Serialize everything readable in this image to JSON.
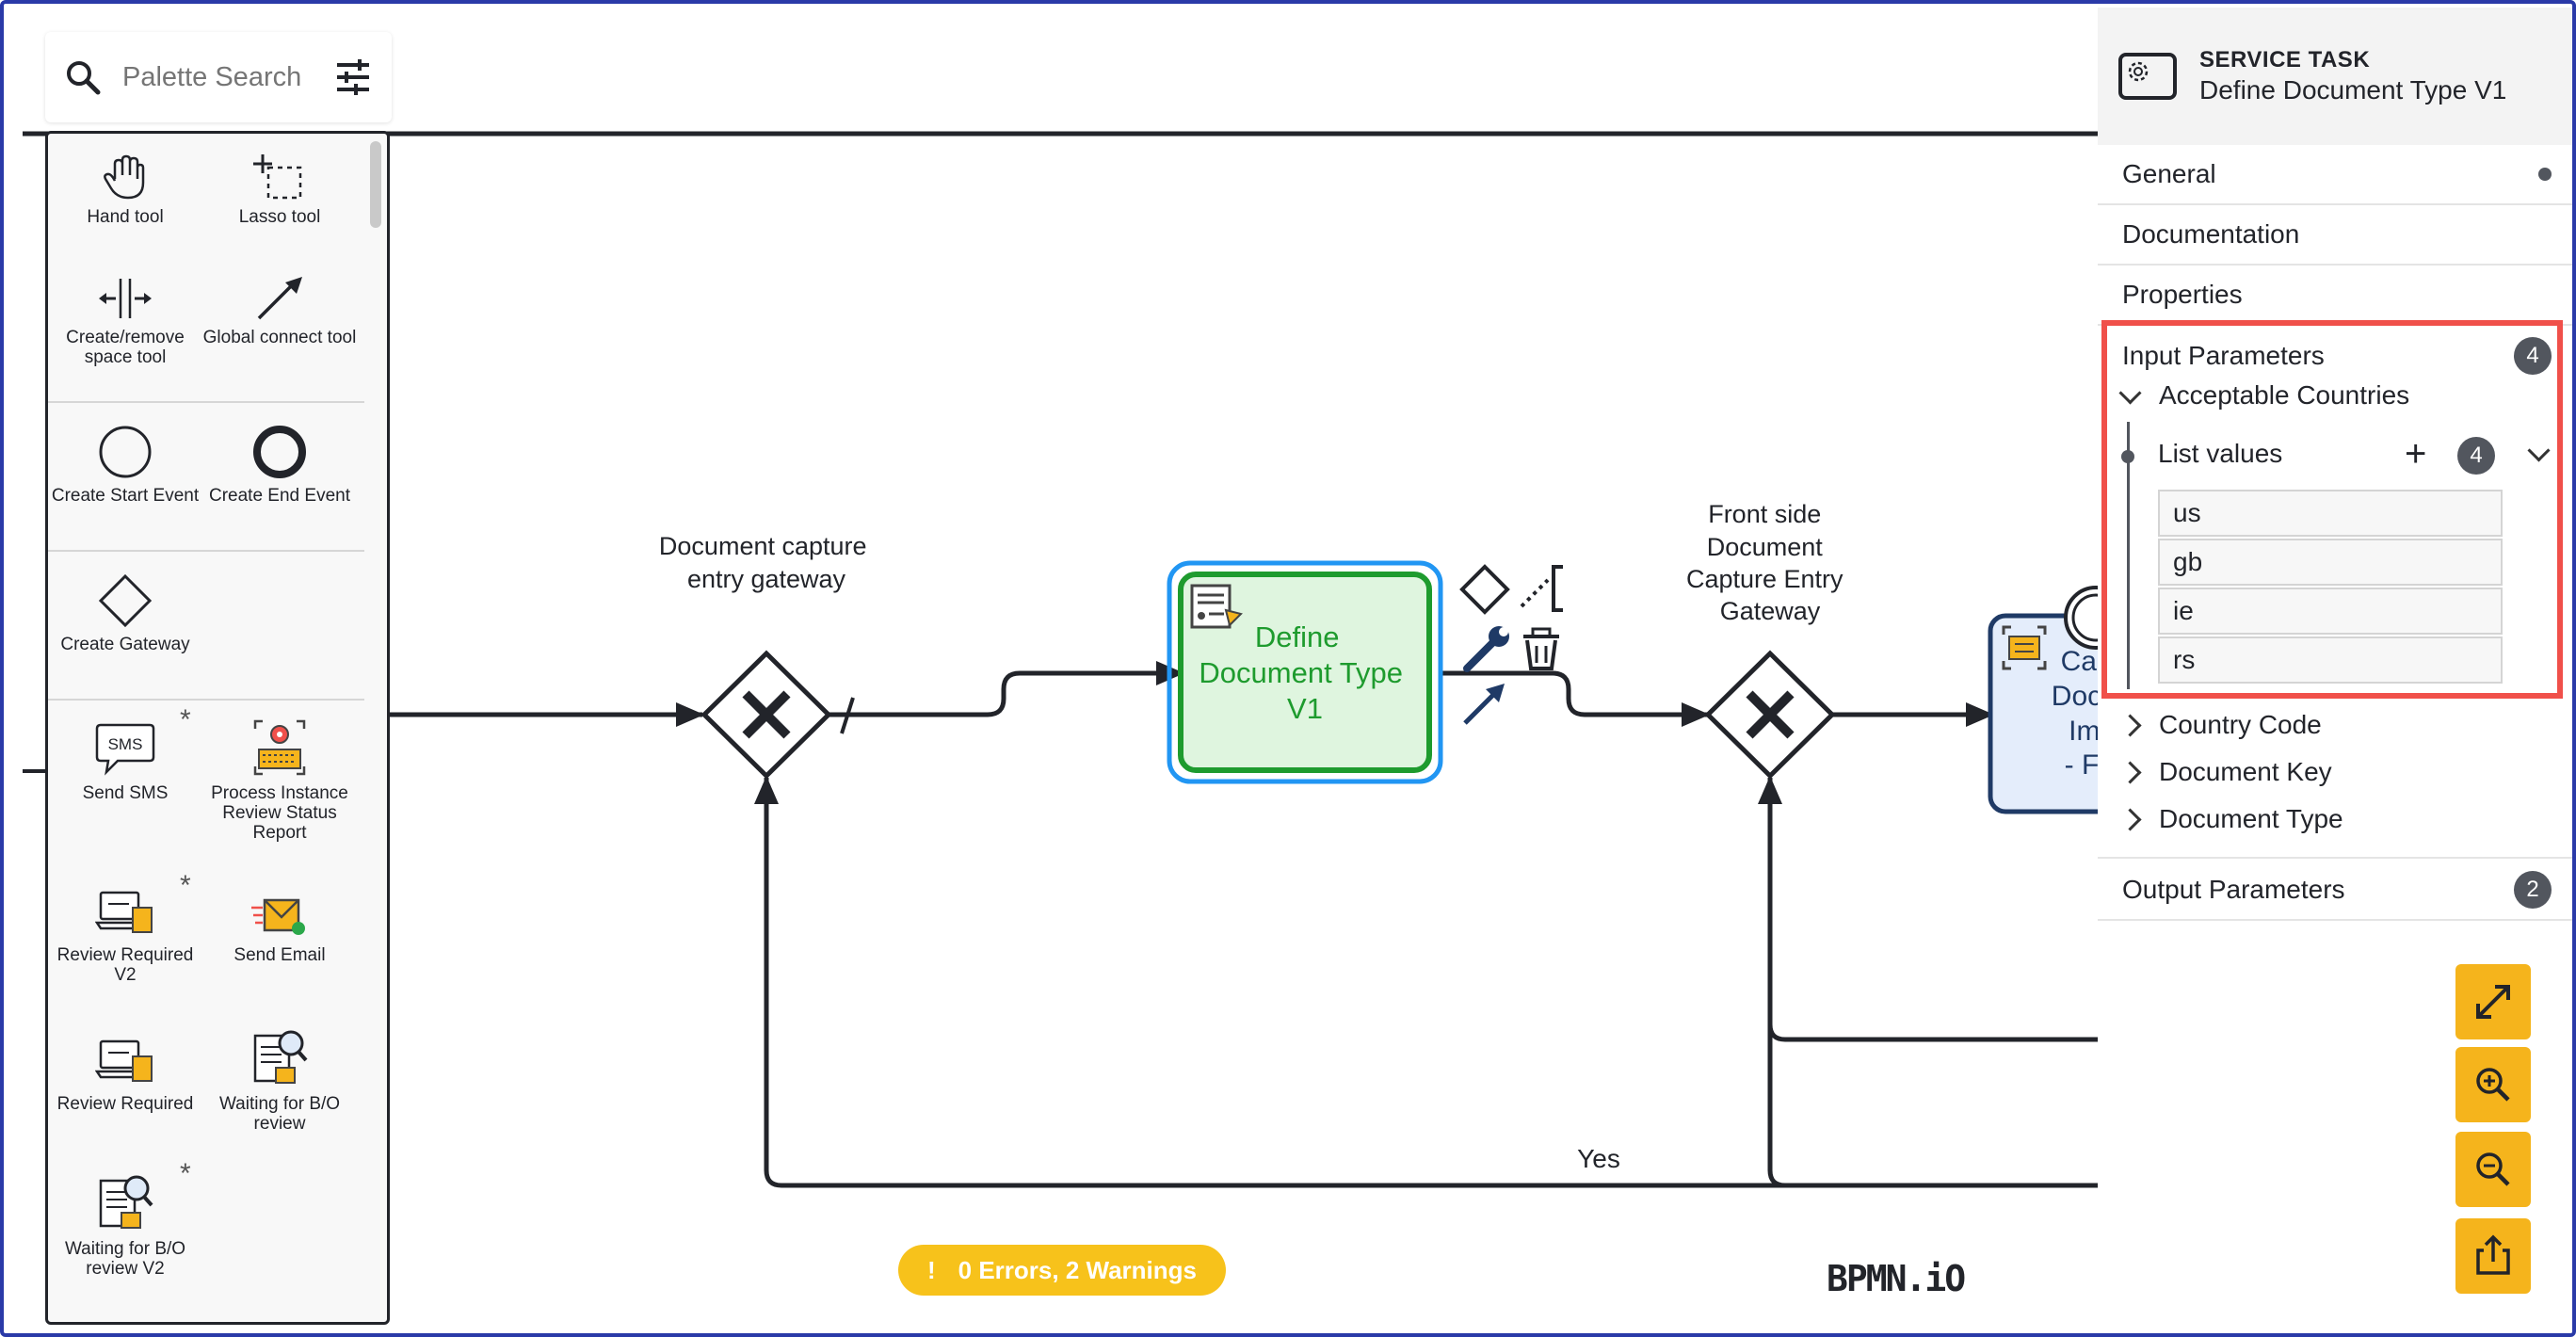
{
  "palette_search": {
    "placeholder": "Palette Search"
  },
  "palette": {
    "tools": [
      {
        "label": "Hand tool",
        "icon": "hand-icon"
      },
      {
        "label": "Lasso tool",
        "icon": "lasso-icon"
      },
      {
        "label": "Create/remove space tool",
        "icon": "space-tool-icon"
      },
      {
        "label": "Global connect tool",
        "icon": "connect-arrow-icon"
      }
    ],
    "events": [
      {
        "label": "Create Start Event",
        "icon": "start-event-icon"
      },
      {
        "label": "Create End Event",
        "icon": "end-event-icon"
      }
    ],
    "gateways": [
      {
        "label": "Create Gateway",
        "icon": "gateway-icon"
      }
    ],
    "templates": [
      {
        "label": "Send SMS",
        "icon": "sms-icon",
        "star": "*"
      },
      {
        "label": "Process Instance Review Status Report",
        "icon": "report-icon",
        "star": ""
      },
      {
        "label": "Review Required V2",
        "icon": "laptop-document-icon",
        "star": "*"
      },
      {
        "label": "Send Email",
        "icon": "email-icon",
        "star": ""
      },
      {
        "label": "Review Required",
        "icon": "laptop-document-icon",
        "star": ""
      },
      {
        "label": "Waiting for B/O review",
        "icon": "magnifier-document-icon",
        "star": ""
      },
      {
        "label": "Waiting for B/O review V2",
        "icon": "magnifier-document-icon",
        "star": "*"
      }
    ]
  },
  "diagram": {
    "gateway1_label": [
      "Document capture",
      "entry gateway"
    ],
    "task_label": [
      "Define",
      "Document Type",
      "V1"
    ],
    "gateway2_label": [
      "Front side",
      "Document",
      "Capture Entry",
      "Gateway"
    ],
    "next_task_label": [
      "Ca",
      "Docu",
      "Im",
      "- Fr"
    ],
    "flow_label_yes": "Yes"
  },
  "status": {
    "text": "0 Errors, 2 Warnings"
  },
  "logo": {
    "text": "BPMN.iO"
  },
  "properties": {
    "element_type": "SERVICE TASK",
    "element_name": "Define Document Type V1",
    "groups": {
      "general": "General",
      "documentation": "Documentation",
      "properties": "Properties",
      "input_parameters": "Input Parameters",
      "input_count": "4",
      "output_parameters": "Output Parameters",
      "output_count": "2"
    },
    "input": {
      "acceptable_countries": "Acceptable Countries",
      "list_values_label": "List values",
      "list_count": "4",
      "list_items": [
        "us",
        "gb",
        "ie",
        "rs"
      ],
      "others": [
        "Country Code",
        "Document Key",
        "Document Type"
      ]
    }
  },
  "colors": {
    "accent": "#f5b41c",
    "highlight": "#f0504a",
    "selected_task_fill": "#dff5df",
    "selected_task_stroke": "#1e9b2e",
    "selection_outline": "#2196f3"
  }
}
